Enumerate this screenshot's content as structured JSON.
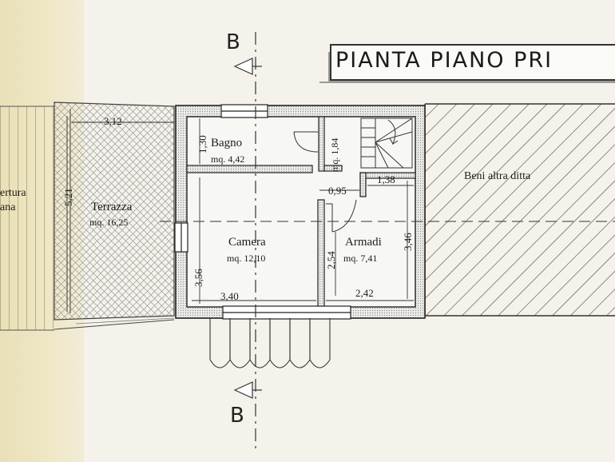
{
  "title": "PIANTA PIANO PRI",
  "section_marks": {
    "top": "B",
    "bottom": "B"
  },
  "rooms": {
    "bagno": {
      "name": "Bagno",
      "area": "mq. 4,42"
    },
    "camera": {
      "name": "Camera",
      "area": "mq. 12,10"
    },
    "armadi": {
      "name": "Armadi",
      "area": "mq. 7,41"
    },
    "terrazza": {
      "name": "Terrazza",
      "area": "mq. 16,25"
    },
    "disimpegno_area": "mq. 1,84"
  },
  "outside": {
    "beni": "Beni altra ditta",
    "copertura_line1": "ertura",
    "copertura_line2": "ana"
  },
  "dimensions": {
    "terrazza_width": "3,12",
    "terrazza_depth": "5,21",
    "bagno_depth": "1,30",
    "camera_depth": "3,56",
    "camera_width": "3,40",
    "armadi_width": "2,42",
    "armadi_depth": "3,46",
    "armadi_top": "1,38",
    "door_gap": "0,95",
    "closet_depth": "2,54"
  },
  "colors": {
    "line": "#2b2b2b",
    "wall_fill": "#e6e6e2",
    "paper": "#f4f2ea",
    "old_paper": "#ece3bd"
  }
}
